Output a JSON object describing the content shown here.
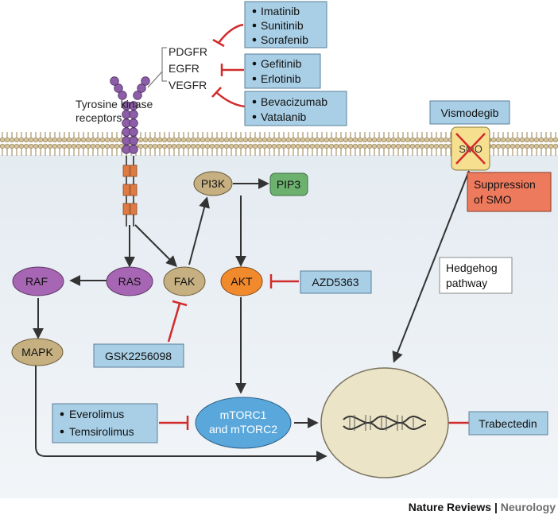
{
  "receptors": {
    "caption_line1": "Tyrosine kinase",
    "caption_line2": "receptors",
    "labels": [
      "PDGFR",
      "EGFR",
      "VEGFR"
    ]
  },
  "drug_boxes": {
    "pdgfr": [
      "Imatinib",
      "Sunitinib",
      "Sorafenib"
    ],
    "egfr": [
      "Gefitinib",
      "Erlotinib"
    ],
    "vegfr": [
      "Bevacizumab",
      "Vatalanib"
    ]
  },
  "nodes": {
    "pi3k": "PI3K",
    "pip3": "PIP3",
    "raf": "RAF",
    "ras": "RAS",
    "fak": "FAK",
    "akt": "AKT",
    "mapk": "MAPK",
    "mtorc_line1": "mTORC1",
    "mtorc_line2": "and mTORC2",
    "smo": "SMO"
  },
  "inhibitors": {
    "azd": "AZD5363",
    "gsk": "GSK2256098",
    "mtor_drugs": [
      "Everolimus",
      "Temsirolimus"
    ],
    "vismodegib": "Vismodegib",
    "trabectedin": "Trabectedin"
  },
  "suppression": {
    "line1": "Suppression",
    "line2": "of SMO"
  },
  "hedgehog": {
    "line1": "Hedgehog",
    "line2": "pathway"
  },
  "credit": {
    "journal": "Nature Reviews",
    "separator": "|",
    "section": "Neurology"
  },
  "colors": {
    "drug_box": "#a9cfe6",
    "inhibit": "#d22b2b",
    "raf": "#a766b3",
    "tan": "#c6b081",
    "akt": "#f08a2c",
    "mtorc": "#5aa7dc",
    "pip3": "#6cb26e",
    "receptor": "#8d5ea8",
    "smo": "#f6e08f",
    "suppression": "#ee7a5d",
    "nucleus": "#ece4c6",
    "cytoplasm": "#dfe7ee"
  }
}
